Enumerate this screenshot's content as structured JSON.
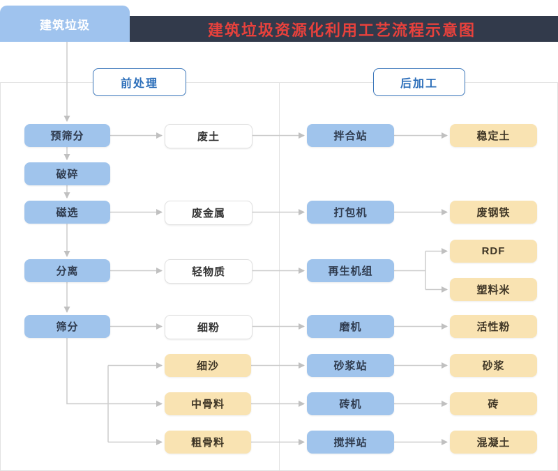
{
  "header": {
    "tab_label": "建筑垃圾",
    "title": "建筑垃圾资源化利用工艺流程示意图"
  },
  "sections": {
    "pre_label": "前处理",
    "post_label": "后加工"
  },
  "nodes": {
    "pre_screening": "预筛分",
    "crushing": "破碎",
    "magnetic_separation": "磁选",
    "separation": "分离",
    "screening": "筛分",
    "waste_soil": "废土",
    "waste_metal": "废金属",
    "light_material": "轻物质",
    "fine_powder": "细粉",
    "fine_sand": "细沙",
    "medium_aggregate": "中骨料",
    "coarse_aggregate": "粗骨料",
    "mixing_station": "拌合站",
    "baling_machine": "打包机",
    "regeneration_unit": "再生机组",
    "mill": "磨机",
    "mortar_station": "砂浆站",
    "brick_machine": "砖机",
    "stirring_station": "搅拌站",
    "stabilized_soil": "稳定土",
    "waste_steel": "废钢铁",
    "rdf": "RDF",
    "plastic_pellets": "塑料米",
    "active_powder": "活性粉",
    "mortar": "砂浆",
    "brick": "砖",
    "concrete": "混凝土"
  },
  "colors": {
    "node_blue": "#a0c4ec",
    "node_yellow": "#f9e3b2",
    "node_white": "#ffffff",
    "header_bar": "#323a4b",
    "title_red": "#e8413c",
    "section_blue": "#2d6fba",
    "arrow_gray": "#cccccc"
  },
  "edges": [
    {
      "from": "建筑垃圾",
      "to": "预筛分"
    },
    {
      "from": "预筛分",
      "to": "破碎"
    },
    {
      "from": "破碎",
      "to": "磁选"
    },
    {
      "from": "磁选",
      "to": "分离"
    },
    {
      "from": "分离",
      "to": "筛分"
    },
    {
      "from": "预筛分",
      "to": "废土"
    },
    {
      "from": "废土",
      "to": "拌合站"
    },
    {
      "from": "拌合站",
      "to": "稳定土"
    },
    {
      "from": "磁选",
      "to": "废金属"
    },
    {
      "from": "废金属",
      "to": "打包机"
    },
    {
      "from": "打包机",
      "to": "废钢铁"
    },
    {
      "from": "分离",
      "to": "轻物质"
    },
    {
      "from": "轻物质",
      "to": "再生机组"
    },
    {
      "from": "再生机组",
      "to": "RDF"
    },
    {
      "from": "再生机组",
      "to": "塑料米"
    },
    {
      "from": "筛分",
      "to": "细粉"
    },
    {
      "from": "细粉",
      "to": "磨机"
    },
    {
      "from": "磨机",
      "to": "活性粉"
    },
    {
      "from": "筛分",
      "to": "细沙"
    },
    {
      "from": "筛分",
      "to": "中骨料"
    },
    {
      "from": "筛分",
      "to": "粗骨料"
    },
    {
      "from": "细沙",
      "to": "砂浆站"
    },
    {
      "from": "砂浆站",
      "to": "砂浆"
    },
    {
      "from": "中骨料",
      "to": "砖机"
    },
    {
      "from": "砖机",
      "to": "砖"
    },
    {
      "from": "粗骨料",
      "to": "搅拌站"
    },
    {
      "from": "搅拌站",
      "to": "混凝土"
    }
  ]
}
